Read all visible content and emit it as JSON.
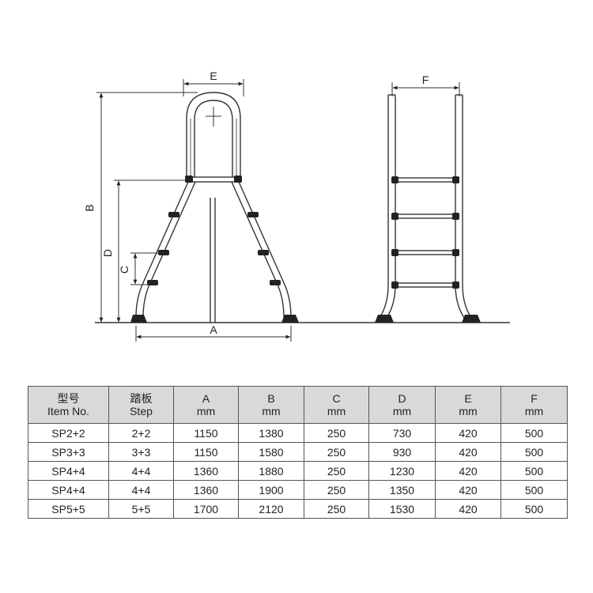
{
  "diagram": {
    "dimension_labels": {
      "a": "A",
      "b": "B",
      "c": "C",
      "d": "D",
      "e": "E",
      "f": "F"
    }
  },
  "table": {
    "headers": [
      {
        "line1": "型号",
        "line2": "Item No."
      },
      {
        "line1": "踏板",
        "line2": "Step"
      },
      {
        "line1": "A",
        "line2": "mm"
      },
      {
        "line1": "B",
        "line2": "mm"
      },
      {
        "line1": "C",
        "line2": "mm"
      },
      {
        "line1": "D",
        "line2": "mm"
      },
      {
        "line1": "E",
        "line2": "mm"
      },
      {
        "line1": "F",
        "line2": "mm"
      }
    ],
    "rows": [
      [
        "SP2+2",
        "2+2",
        "1150",
        "1380",
        "250",
        "730",
        "420",
        "500"
      ],
      [
        "SP3+3",
        "3+3",
        "1150",
        "1580",
        "250",
        "930",
        "420",
        "500"
      ],
      [
        "SP4+4",
        "4+4",
        "1360",
        "1880",
        "250",
        "1230",
        "420",
        "500"
      ],
      [
        "SP4+4",
        "4+4",
        "1360",
        "1900",
        "250",
        "1350",
        "420",
        "500"
      ],
      [
        "SP5+5",
        "5+5",
        "1700",
        "2120",
        "250",
        "1530",
        "420",
        "500"
      ]
    ]
  }
}
